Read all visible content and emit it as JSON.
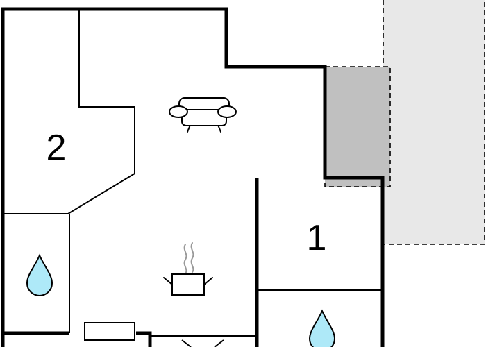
{
  "floorplan": {
    "rooms": [
      {
        "id": "bedroom-2",
        "label": "2"
      },
      {
        "id": "bedroom-1",
        "label": "1"
      }
    ],
    "icons": [
      "sofa-icon",
      "cooking-pot-icon",
      "water-drop-icon",
      "water-drop-icon"
    ],
    "colors": {
      "wall": "#000000",
      "terrace": "#e8e8e8",
      "covered_area": "#c0c0c0",
      "water_drop": "#aee9f8"
    }
  }
}
